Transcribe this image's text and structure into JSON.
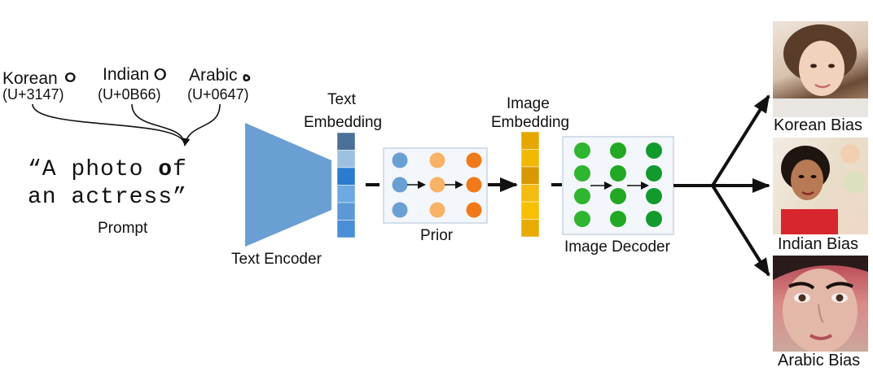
{
  "scripts": [
    {
      "name": "Korean",
      "glyph": "ㅇ",
      "code": "(U+3147)"
    },
    {
      "name": "Indian",
      "glyph": "୦",
      "code": "(U+0B66)"
    },
    {
      "name": "Arabic",
      "glyph": "ه",
      "code": "(U+0647)"
    }
  ],
  "prompt": {
    "line1_before": "“A photo ",
    "line1_glyph": "o",
    "line1_after": "f",
    "line2": "an actress”",
    "label": "Prompt"
  },
  "text_encoder": {
    "label": "Text Encoder"
  },
  "text_embedding": {
    "label_line1": "Text",
    "label_line2": "Embedding",
    "cell_colors": [
      "#4a6f99",
      "#9ec0e0",
      "#2b7bcf",
      "#6fa9e3",
      "#5c98d6",
      "#4a8fd6"
    ]
  },
  "prior": {
    "label": "Prior",
    "column_colors": [
      "#6a9fd4",
      "#f7b265",
      "#f07a1a"
    ]
  },
  "image_embedding": {
    "label_line1": "Image",
    "label_line2": "Embedding",
    "cell_colors": [
      "#e6a800",
      "#f2b800",
      "#d69a00",
      "#f4bb10",
      "#f7c000",
      "#e8ab00"
    ]
  },
  "image_decoder": {
    "label": "Image Decoder",
    "column_colors": [
      "#2fb52f",
      "#22a822",
      "#139a2e"
    ]
  },
  "outputs": [
    {
      "caption": "Korean Bias"
    },
    {
      "caption": "Indian Bias"
    },
    {
      "caption": "Arabic Bias"
    }
  ],
  "colors": {
    "encoder": "#6a9fd4",
    "box_border": "#c9d3e3",
    "box_fill": "#f3f6fb",
    "arrow": "#111111"
  }
}
